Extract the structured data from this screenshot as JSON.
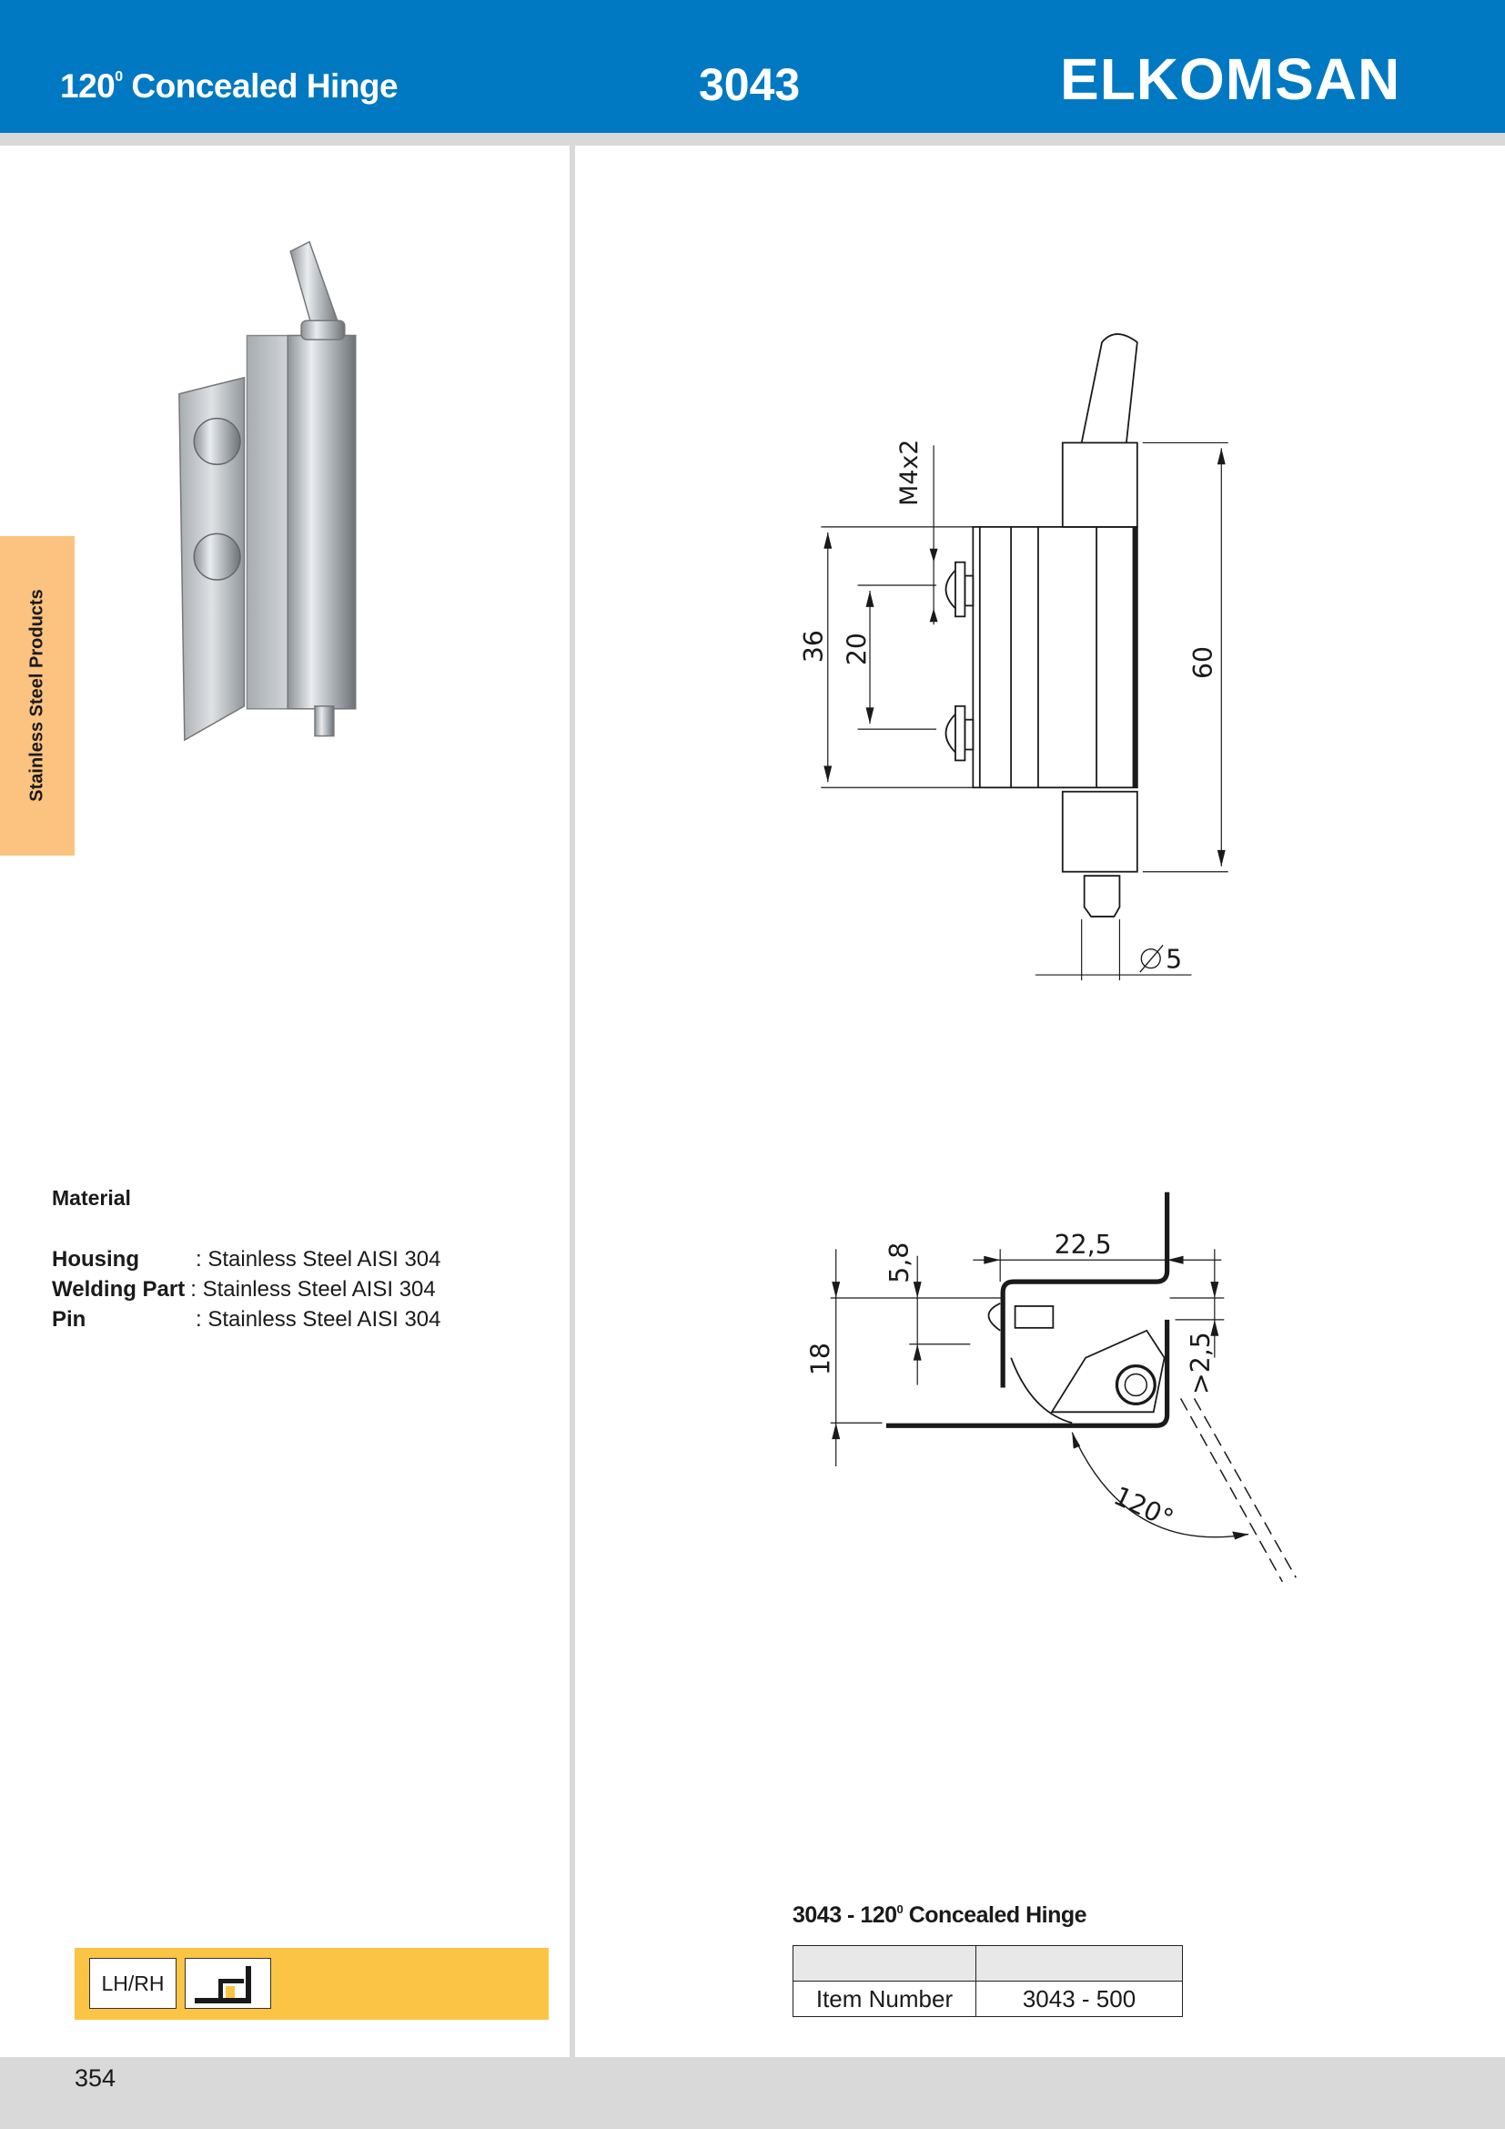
{
  "header": {
    "title_main": "120",
    "title_sup": "0",
    "title_rest": " Concealed Hinge",
    "product_code": "3043",
    "brand": "ELKOMSAN",
    "color": "#0079c2"
  },
  "side_tab": {
    "label": "Stainless Steel Products",
    "color": "#fbc37f"
  },
  "material": {
    "title": "Material",
    "rows": [
      {
        "part": "Housing",
        "value": ": Stainless Steel AISI 304"
      },
      {
        "part": "Welding Part",
        "value": ": Stainless Steel AISI 304"
      },
      {
        "part": "Pin",
        "value": ": Stainless Steel AISI 304"
      }
    ]
  },
  "options_bar": {
    "handing": "LH/RH",
    "mounting_icon": "inset-mount-icon",
    "color": "#fcc445"
  },
  "drawing_front": {
    "labels": {
      "thread": "M4x2",
      "hole_span": "36",
      "screw_pitch": "20",
      "height": "60",
      "pin_diameter": "5"
    }
  },
  "drawing_section": {
    "labels": {
      "width": "22,5",
      "offset": "5,8",
      "depth": "18",
      "gap": ">2,5",
      "angle": "120°"
    }
  },
  "item_table": {
    "title_prefix": "3043 - 120",
    "title_sup": "0",
    "title_rest": " Concealed Hinge",
    "row_label": "Item Number",
    "row_value": "3043 - 500"
  },
  "footer": {
    "page_number": "354"
  }
}
